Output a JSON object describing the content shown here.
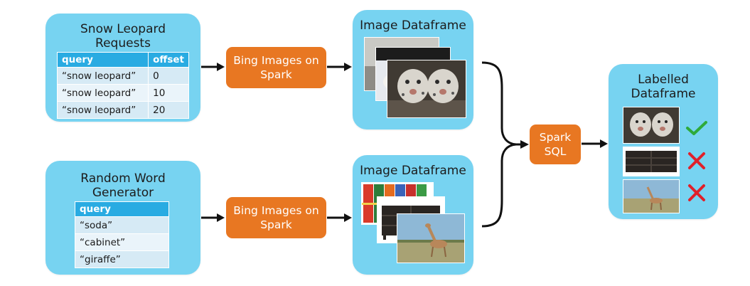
{
  "snow_panel": {
    "title_line1": "Snow Leopard",
    "title_line2": "Requests",
    "table": {
      "headers": [
        "query",
        "offset"
      ],
      "rows": [
        [
          "“snow leopard”",
          "0"
        ],
        [
          "“snow leopard”",
          "10"
        ],
        [
          "“snow leopard”",
          "20"
        ]
      ]
    }
  },
  "random_panel": {
    "title_line1": "Random Word",
    "title_line2": "Generator",
    "table": {
      "headers": [
        "query"
      ],
      "rows": [
        [
          "“soda”"
        ],
        [
          "“cabinet”"
        ],
        [
          "“giraffe”"
        ]
      ]
    }
  },
  "bing_top": {
    "line1": "Bing Images on",
    "line2": "Spark"
  },
  "bing_bottom": {
    "line1": "Bing Images on",
    "line2": "Spark"
  },
  "dataframe_top": {
    "title": "Image Dataframe"
  },
  "dataframe_bottom": {
    "title": "Image Dataframe"
  },
  "spark_sql": {
    "line1": "Spark",
    "line2": "SQL"
  },
  "labelled": {
    "title_line1": "Labelled",
    "title_line2": "Dataframe",
    "rows": [
      {
        "image": "snow-leopard",
        "label": "check-icon"
      },
      {
        "image": "cabinet",
        "label": "cross-icon"
      },
      {
        "image": "giraffe",
        "label": "cross-icon"
      }
    ]
  },
  "colors": {
    "panel": "#77d3f1",
    "process": "#e87722",
    "table_header": "#29abe2",
    "check": "#2eaa3a",
    "cross": "#e0202a"
  }
}
